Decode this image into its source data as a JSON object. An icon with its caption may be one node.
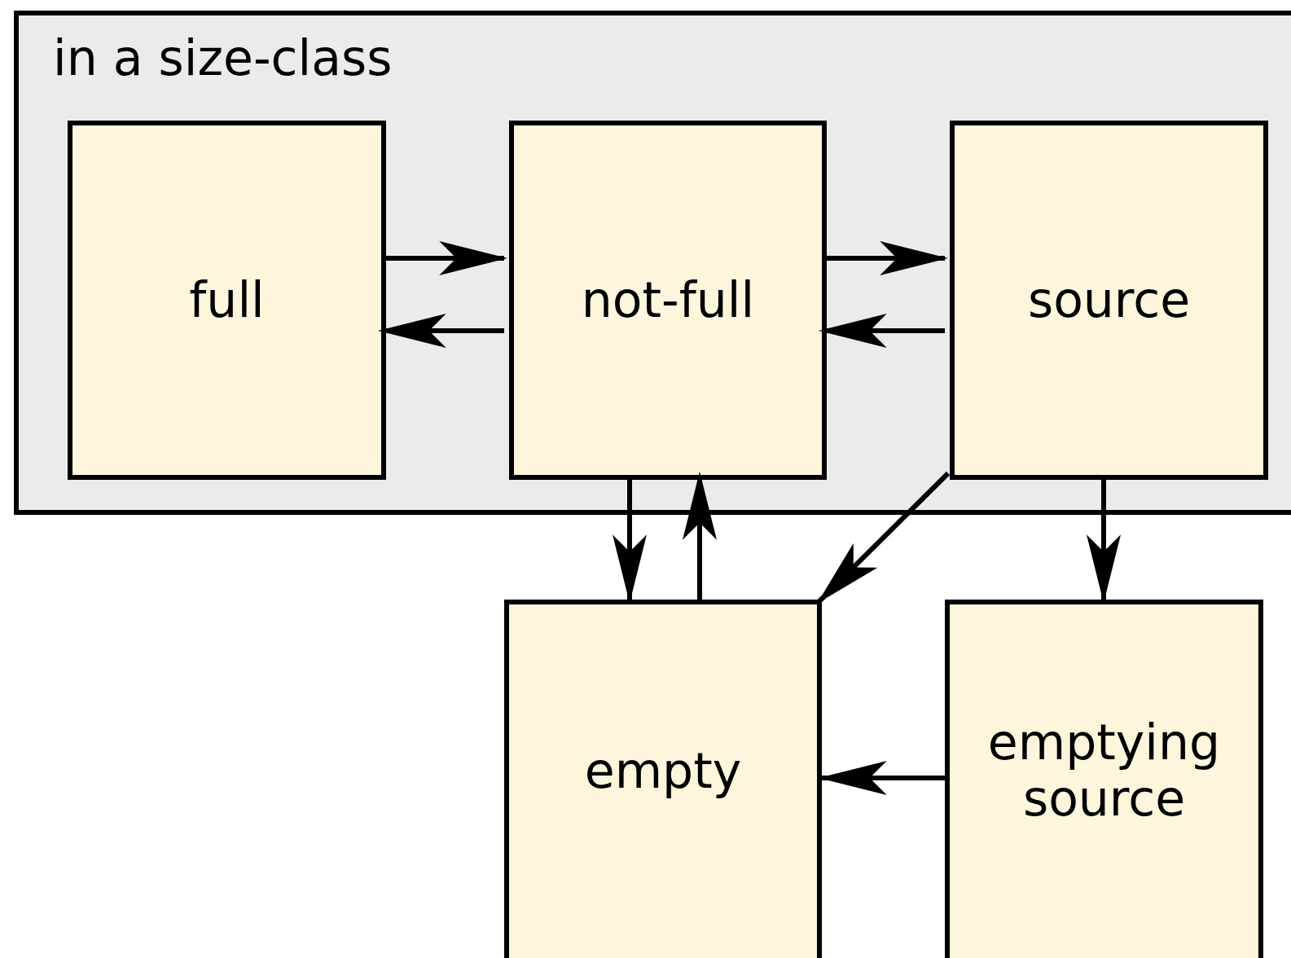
{
  "diagram": {
    "nodes": [
      {
        "text": [
          "in a size-class"
        ]
      },
      {
        "text": [
          "full"
        ],
        "in": 0
      },
      {
        "text": [
          "not-full"
        ],
        "in": 0
      },
      {
        "text": [
          "source"
        ],
        "in": 0
      },
      {
        "text": [
          "empty"
        ]
      },
      {
        "text": [
          "emptying source"
        ]
      }
    ],
    "edges": [
      {
        "from": 1,
        "to": 2,
        "arrow": "to"
      },
      {
        "from": 2,
        "to": 1,
        "arrow": "to"
      },
      {
        "from": 2,
        "to": 3,
        "arrow": "to"
      },
      {
        "from": 3,
        "to": 2,
        "arrow": "to"
      },
      {
        "from": 2,
        "to": 4,
        "arrow": "to"
      },
      {
        "from": 4,
        "to": 2,
        "arrow": "to"
      },
      {
        "from": 3,
        "to": 4,
        "arrow": "to"
      },
      {
        "from": 3,
        "to": 5,
        "arrow": "to"
      },
      {
        "from": 5,
        "to": 4,
        "arrow": "to"
      }
    ]
  }
}
